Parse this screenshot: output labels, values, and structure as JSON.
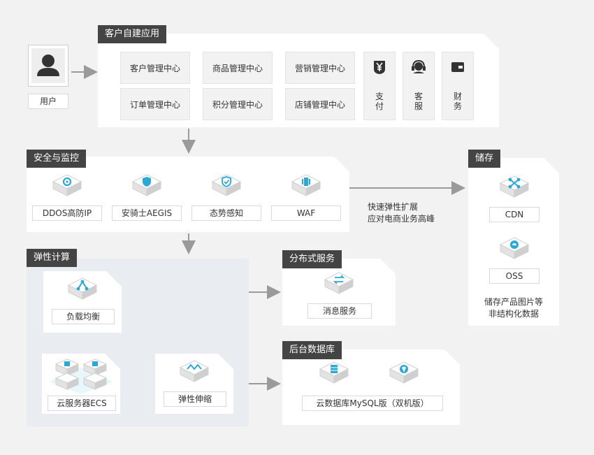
{
  "user": {
    "label": "用户"
  },
  "customer_apps": {
    "title": "客户自建应用",
    "modules": [
      "客户管理中心",
      "商品管理中心",
      "营销管理中心",
      "订单管理中心",
      "积分管理中心",
      "店铺管理中心"
    ],
    "vertical_modules": [
      {
        "line1": "支",
        "line2": "付",
        "icon": "yen-icon"
      },
      {
        "line1": "客",
        "line2": "服",
        "icon": "headset-icon"
      },
      {
        "line1": "财",
        "line2": "务",
        "icon": "wallet-icon"
      }
    ]
  },
  "security": {
    "title": "安全与监控",
    "items": [
      {
        "label": "DDOS高防IP",
        "icon": "gear-icon"
      },
      {
        "label": "安骑士AEGIS",
        "icon": "shield-icon"
      },
      {
        "label": "态势感知",
        "icon": "check-shield-icon"
      },
      {
        "label": "WAF",
        "icon": "firewall-icon"
      }
    ]
  },
  "scale_note": {
    "line1": "快速弹性扩展",
    "line2": "应对电商业务高峰"
  },
  "storage": {
    "title": "储存",
    "items": [
      {
        "label": "CDN",
        "icon": "network-icon"
      },
      {
        "label": "OSS",
        "icon": "cloud-icon"
      }
    ],
    "note_line1": "储存产品图片等",
    "note_line2": "非结构化数据"
  },
  "compute": {
    "title": "弹性计算",
    "lb_label": "负载均衡",
    "ecs_label": "云服务器ECS",
    "autoscale_label": "弹性伸缩"
  },
  "distributed": {
    "title": "分布式服务",
    "item_label": "消息服务"
  },
  "database": {
    "title": "后台数据库",
    "item_label": "云数据库MySQL版（双机版）"
  },
  "colors": {
    "accent_blue": "#2aa8d8",
    "tag_dark": "#444444",
    "cube_light": "#e8f7fc"
  }
}
